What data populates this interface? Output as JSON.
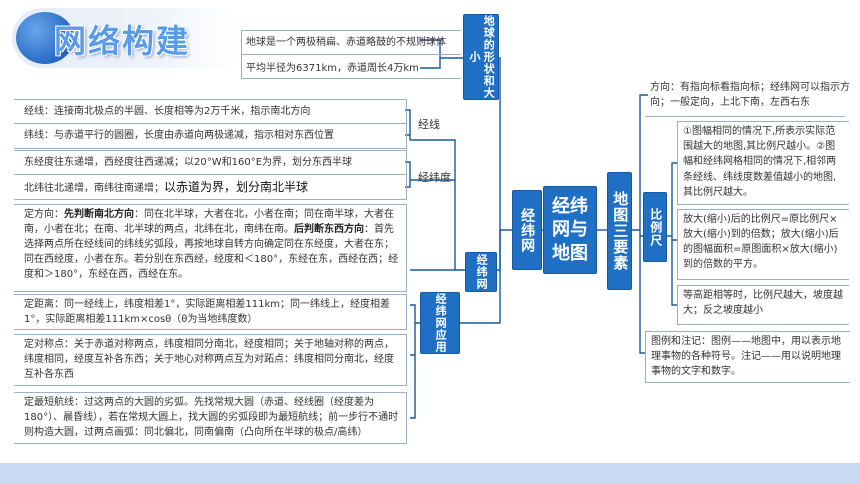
{
  "title": "网络构建",
  "center": "经纬网与地图",
  "earth_shape": {
    "label": "地球的形状和大小",
    "items": [
      "地球是一个两极稍扁、赤道略鼓的不规则球体",
      "平均半径为6371km，赤道周长4万km"
    ]
  },
  "graticule": {
    "label": "经纬网",
    "sub_label": "经纬网",
    "meridian": {
      "label": "经线",
      "items": [
        "经线：连接南北极点的半圆、长度相等为2万千米，指示南北方向",
        "纬线：与赤道平行的圆圈，长度由赤道向两极递减，指示相对东西位置"
      ]
    },
    "latitude": {
      "label": "经纬度",
      "items": [
        "东经度往东递增，西经度往西递减；以20°W和160°E为界，划分东西半球",
        "北纬往北递增，南纬往南递增；",
        "以赤道为界，划分南北半球"
      ]
    },
    "direction": {
      "lead": "定方向：",
      "bold1": "先判断南北方向",
      "text1": "：同在北半球，大者在北，小者在南；同在南半球，大者在南，小者在北；在南、北半球的两点，北纬在北，南纬在南。",
      "bold2": "后判断东西方向",
      "text2": "：首先选择两点所在经线间的纬线劣弧段，再按地球自转方向确定同在东经度，大者在东；同在西经度，小者在东。若分别在东西经，经度和＜180°，东经在东，西经在西；经度和＞180°，东经在西，西经在东。"
    }
  },
  "application": {
    "label": "经纬网应用",
    "items": [
      "定距离：同一经线上，纬度相差1°，实际距离相差111km；同一纬线上，经度相差1°，实际距离相差111km×cosθ（θ为当地纬度数）",
      "定对称点：关于赤道对称两点，纬度相同分南北，经度相同；关于地轴对称的两点，纬度相同，经度互补各东西；关于地心对称两点互为对跖点：纬度相同分南北，经度互补各东西",
      "定最短航线：过这两点的大圆的劣弧。先找常规大圆（赤道、经线圈（经度差为180°）、晨昏线），若在常规大圆上，找大圆的劣弧段即为最短航线；前一步行不通时则构造大圆，过两点画弧：同北偏北，同南偏南（凸向所在半球的极点/高纬）"
    ]
  },
  "map": {
    "label": "地图三要素",
    "direction": "方向：有指向标看指向标；经纬网可以指示方向；一般定向，上北下南，左西右东",
    "scale": {
      "label": "比例尺",
      "items": [
        "①图幅相同的情况下,所表示实际范围越大的地图,其比例尺越小。②图幅和经纬网格相同的情况下,相邻两条经线、纬线度数差值越小的地图,其比例尺越大。",
        "放大(缩小)后的比例尺=原比例尺×放大(缩小)到的倍数；放大(缩小)后的图幅面积=原图面积×放大(缩小)到的倍数的平方。",
        "等高距相等时，比例尺越大，坡度越大；反之坡度越小"
      ]
    },
    "legend": "图例和注记：图例——地图中，用以表示地理事物的各种符号。注记——用以说明地理事物的文字和数字。"
  },
  "colors": {
    "accent": "#1f6fc4",
    "line": "#17589e",
    "border": "#9bb0c8",
    "footer": "#c9d9f3"
  }
}
